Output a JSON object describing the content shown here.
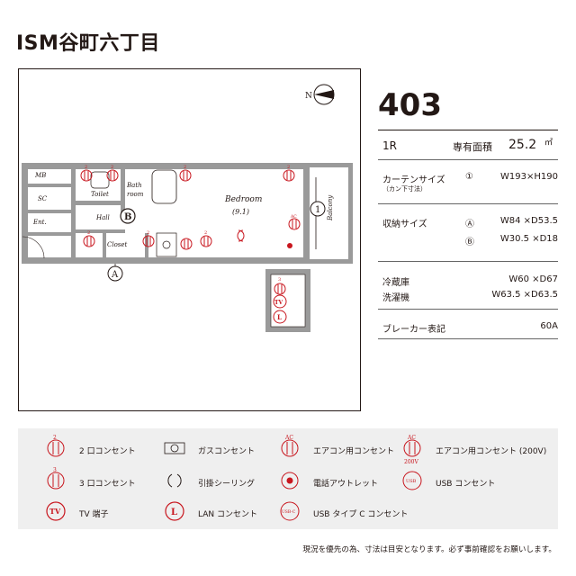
{
  "title": "ISM谷町六丁目",
  "room_number": "403",
  "layout_type": "1R",
  "area_label": "専有面積",
  "area_value": "25.2",
  "area_unit": "㎡",
  "curtain": {
    "label": "カーテンサイズ",
    "sub": "（カン下寸法）",
    "marker": "①",
    "value": "W193×H190"
  },
  "storage": {
    "label": "収納サイズ",
    "items": [
      {
        "marker": "Ⓐ",
        "value": "W84 ×D53.5"
      },
      {
        "marker": "Ⓑ",
        "value": "W30.5 ×D18"
      }
    ]
  },
  "fridge": {
    "label": "冷蔵庫",
    "value": "W60 ×D67"
  },
  "washer": {
    "label": "洗濯機",
    "value": "W63.5 ×D63.5"
  },
  "breaker": {
    "label": "ブレーカー表記",
    "value": "60A"
  },
  "plan": {
    "rooms": {
      "mb": "MB",
      "sc": "SC",
      "ent": "Ent.",
      "toilet": "Toilet",
      "bath": "Bath",
      "bath2": "room",
      "hall": "Hall",
      "closet": "Closet",
      "bedroom": "Bedroom",
      "bedroom_size": "(9.1)",
      "balcony": "Balcony"
    },
    "markers": {
      "a": "A",
      "b": "B",
      "one": "1"
    },
    "outlet_nums": {
      "two": "2",
      "three": "3"
    },
    "ac": "AC",
    "tv": "TV",
    "lan": "L",
    "compass": "N"
  },
  "legend": {
    "outlet2": "2 口コンセント",
    "gas": "ガスコンセント",
    "ac_outlet": "エアコン用コンセント",
    "ac_outlet_200": "エアコン用コンセント (200V)",
    "outlet3": "3 口コンセント",
    "ceiling": "引掛シーリング",
    "phone": "電話アウトレット",
    "usb": "USB コンセント",
    "tv": "TV 端子",
    "lan": "LAN コンセント",
    "usbc": "USB タイプ C コンセント",
    "icon": {
      "n2": "2",
      "n3": "3",
      "ac": "AC",
      "v200": "200V",
      "tv": "TV",
      "l": "L",
      "usb": "USB",
      "usbc": "USB-C"
    }
  },
  "note": "現況を優先の為、寸法は目安となります。必ず事前確認をお願いします。",
  "colors": {
    "accent": "#c8161e",
    "wall": "#9a9a9a",
    "legend_bg": "#efefef"
  }
}
